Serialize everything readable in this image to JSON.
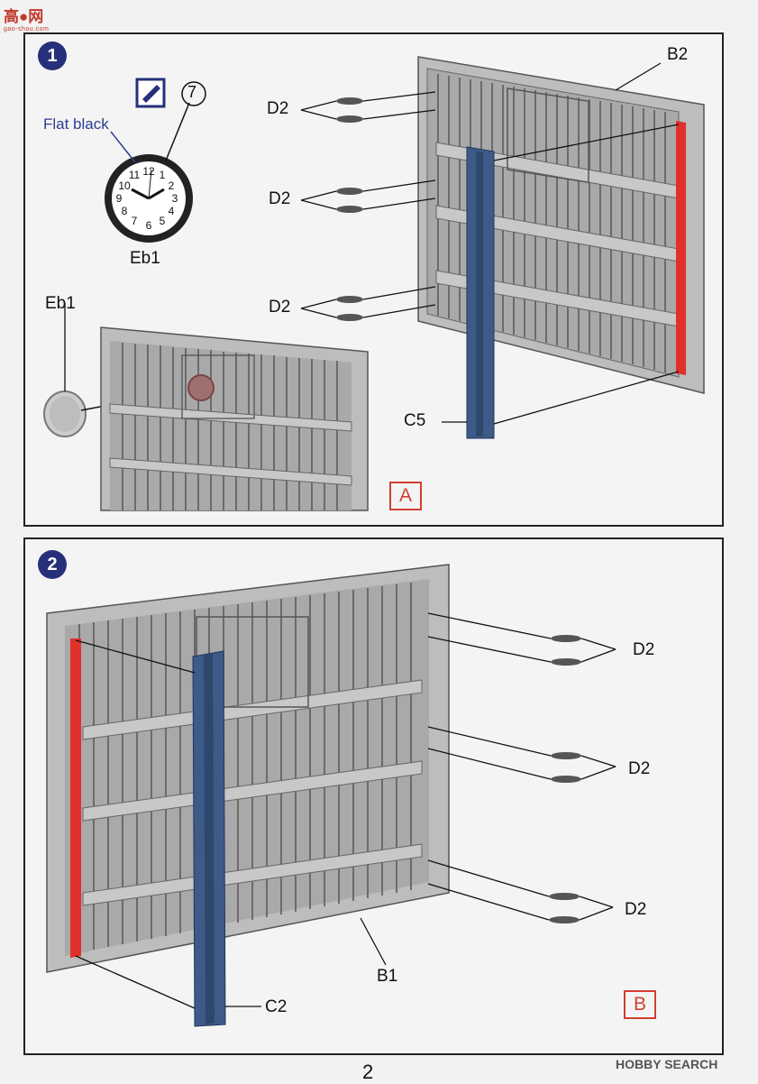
{
  "logo": {
    "text": "高●网",
    "sub": "gao-shou.com"
  },
  "steps": [
    {
      "number": "1",
      "paint": {
        "color_name": "Flat black",
        "paint_code": "7",
        "part": "Eb1"
      },
      "part_labels": {
        "b2": "B2",
        "d2_a": "D2",
        "d2_b": "D2",
        "d2_c": "D2",
        "c5": "C5",
        "eb1": "Eb1"
      },
      "clock_numbers": [
        "12",
        "1",
        "2",
        "3",
        "4",
        "5",
        "6",
        "7",
        "8",
        "9",
        "10",
        "11"
      ],
      "view": "A"
    },
    {
      "number": "2",
      "part_labels": {
        "d2_a": "D2",
        "d2_b": "D2",
        "d2_c": "D2",
        "b1": "B1",
        "c2": "C2"
      },
      "view": "B"
    }
  ],
  "page_number": "2",
  "watermark": "HOBBY SEARCH",
  "colors": {
    "badge": "#26307a",
    "red_part": "#e0302a",
    "blue_part": "#3d5a88",
    "view_box": "#d04030"
  }
}
